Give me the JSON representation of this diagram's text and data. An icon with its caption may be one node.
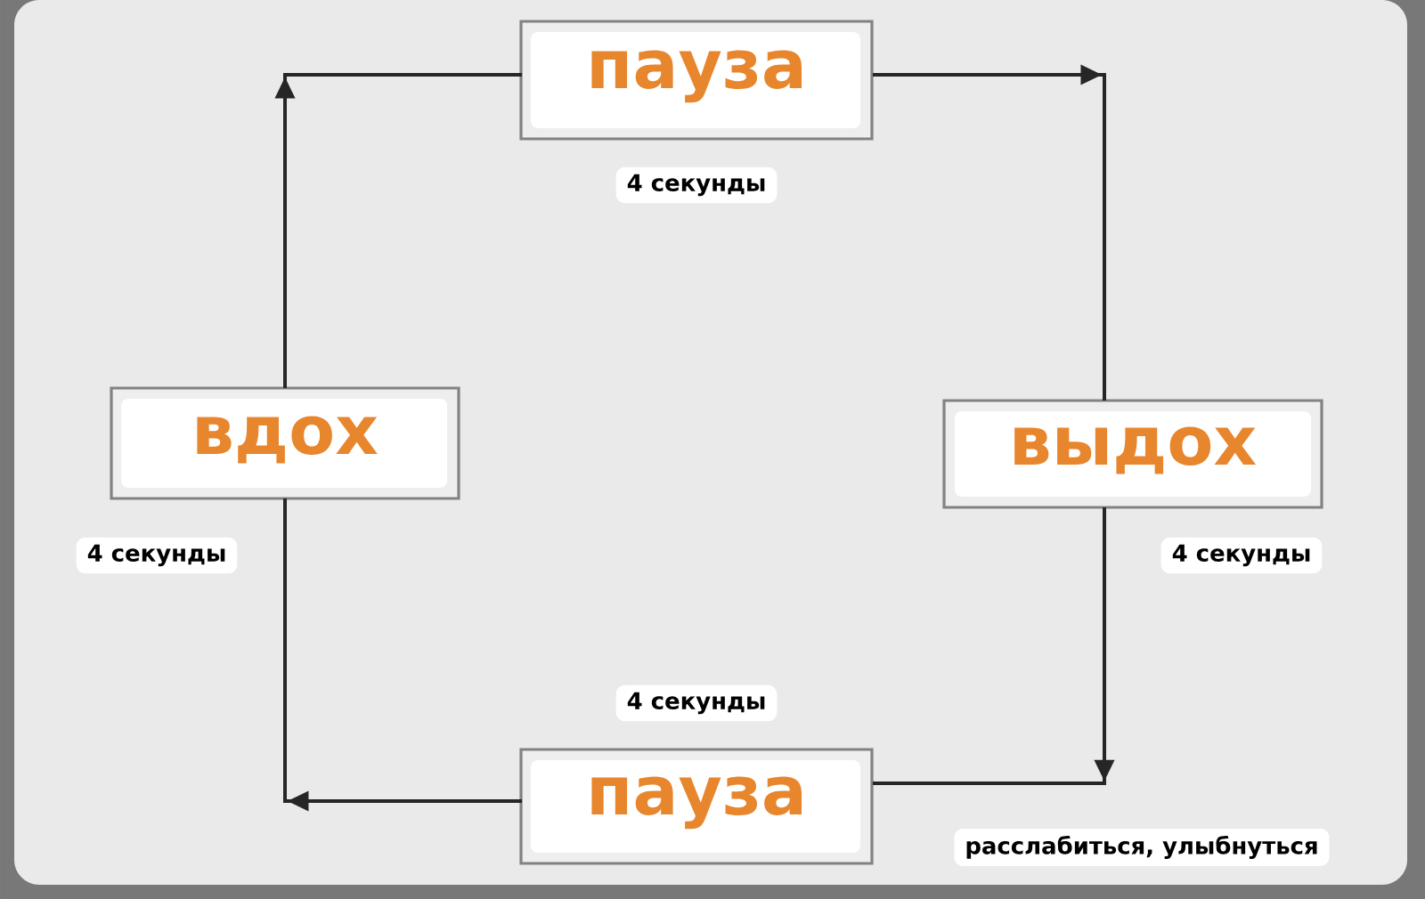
{
  "diagram": {
    "nodes": [
      {
        "text": [
          "вдох"
        ],
        "beside": [
          "4 секунды"
        ]
      },
      {
        "text": [
          "пауза"
        ],
        "beside": [
          "4 секунды"
        ]
      },
      {
        "text": [
          "выдох"
        ],
        "beside": [
          "4 секунды"
        ]
      },
      {
        "text": [
          "пауза"
        ],
        "beside": [
          "4 секунды"
        ]
      }
    ],
    "edges": [
      {
        "from": 0,
        "to": 1,
        "arrow": "to"
      },
      {
        "from": 1,
        "to": 2,
        "arrow": "to"
      },
      {
        "from": 2,
        "to": 3,
        "arrow": "to"
      },
      {
        "from": 3,
        "to": 0,
        "arrow": "to"
      }
    ],
    "labels": [
      "расслабиться, улыбнуться"
    ]
  }
}
